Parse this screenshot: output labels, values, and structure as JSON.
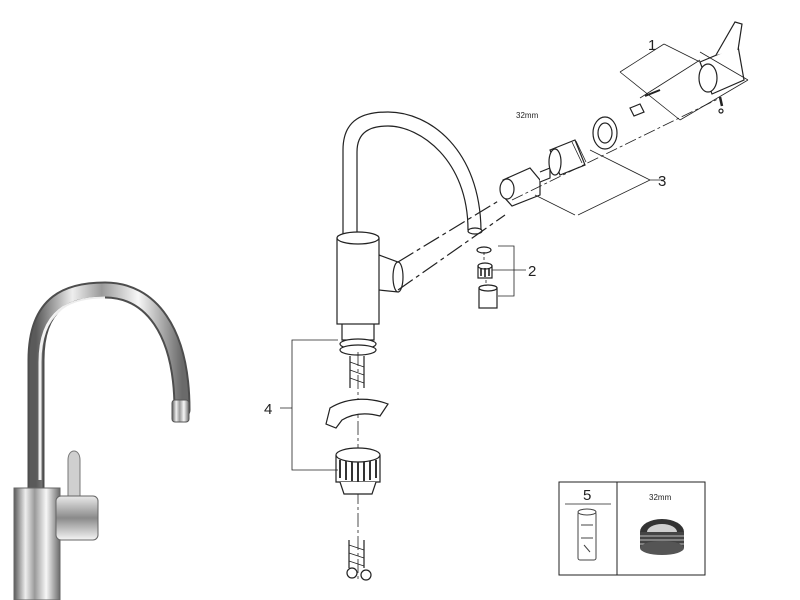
{
  "callouts": {
    "c1": "1",
    "c2": "2",
    "c3": "3",
    "c4": "4",
    "c5": "5"
  },
  "dimension_32mm_top": "32mm",
  "dimension_32mm_box": "32mm",
  "colors": {
    "line": "#222222",
    "chrome_light": "#f2f2f2",
    "chrome_dark": "#555555"
  }
}
